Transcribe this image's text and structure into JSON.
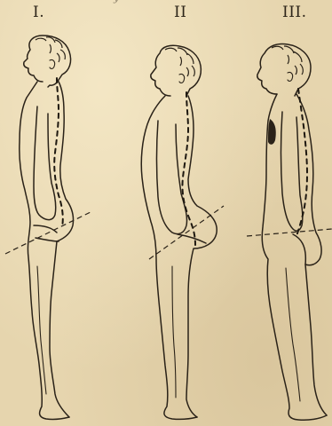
{
  "plate": {
    "figures": [
      {
        "id": "I",
        "label": "I."
      },
      {
        "id": "II",
        "label": "II"
      },
      {
        "id": "III",
        "label": "III."
      }
    ],
    "top_fragment": "y"
  },
  "colors": {
    "paper": "#e6d5ae",
    "ink": "#2a2218"
  }
}
